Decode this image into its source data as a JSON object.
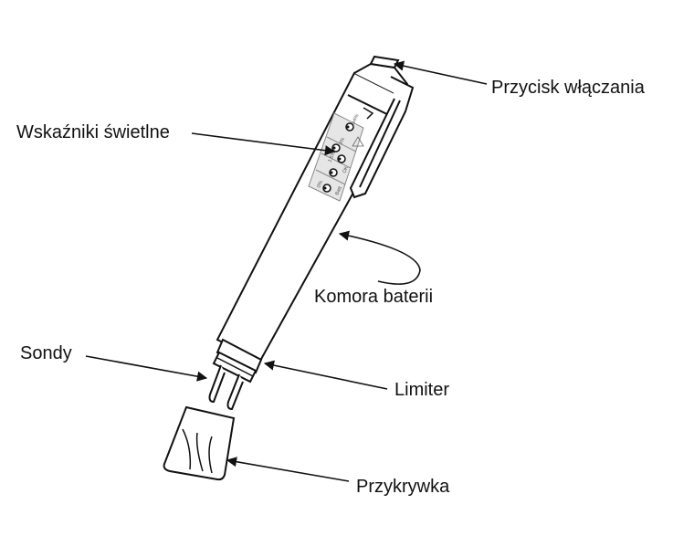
{
  "labels": {
    "power_button": "Przycisk włączania",
    "indicator_lights": "Wskaźniki świetlne",
    "battery_compartment": "Komora baterii",
    "probes": "Sondy",
    "limiter": "Limiter",
    "cap": "Przykrywka"
  },
  "indicator_marks": {
    "row1_a": "≥4%",
    "row1_b": "3%",
    "row2": "1.5%",
    "row3": "OK",
    "row4_a": "0%",
    "row4_b": "Batt"
  },
  "colors": {
    "line": "#111111",
    "label_text": "#111111",
    "panel": "#e6e6e6"
  }
}
